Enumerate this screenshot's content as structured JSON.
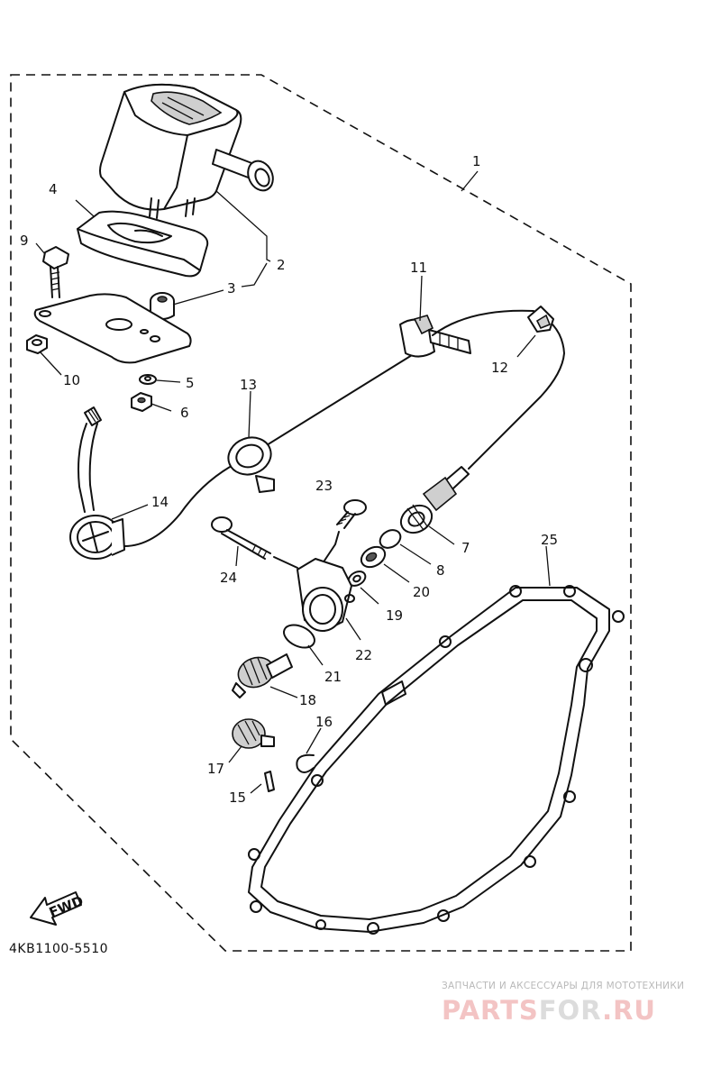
{
  "diagram": {
    "code": "4KB1100-5510",
    "fwd_label": "FWD",
    "part_labels": [
      "1",
      "2",
      "3",
      "4",
      "5",
      "6",
      "7",
      "8",
      "9",
      "10",
      "11",
      "12",
      "13",
      "14",
      "15",
      "16",
      "17",
      "18",
      "19",
      "20",
      "21",
      "22",
      "23",
      "24",
      "25"
    ]
  },
  "watermark": {
    "tagline": "ЗАПЧАСТИ И АКСЕССУАРЫ ДЛЯ МОТОТЕХНИКИ",
    "logo_main": "PARTS",
    "logo_accent": "FOR",
    "logo_suffix": ".RU",
    "logo_color": "#f3c4c4",
    "logo_accent_color": "#dcdcdc"
  }
}
